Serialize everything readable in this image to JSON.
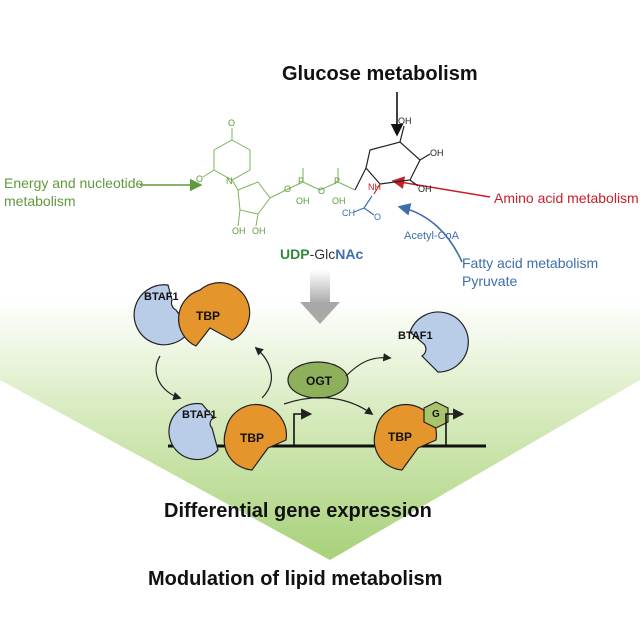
{
  "title": "Glucose metabolism",
  "left_label": "Energy and nucleotide metabolism",
  "red_label": "Amino acid metabolism",
  "acetyl_label": "Acetyl-CoA",
  "blue_label_1": "Fatty acid metabolism",
  "blue_label_2": "Pyruvate",
  "udp": {
    "p1": "UDP",
    "p2": "-Glc",
    "p3": "NAc"
  },
  "molecule_labels": {
    "o_top": "O",
    "o_left": "O",
    "n_ring": "N",
    "p1": "P",
    "p2": "P",
    "o1": "O",
    "o2": "O",
    "oh_p1": "OH",
    "oh_p2": "OH",
    "oh_r1": "OH",
    "oh_r2": "OH",
    "oh_s1": "OH",
    "oh_s2": "OH",
    "oh_s3": "OH",
    "nh": "NH",
    "ch3": "CH",
    "o_c": "O"
  },
  "proteins": {
    "btaf1": "BTAF1",
    "tbp": "TBP",
    "ogt": "OGT",
    "g": "G"
  },
  "bottom_1": "Differential gene expression",
  "bottom_2": "Modulation of lipid metabolism",
  "colors": {
    "btaf1": "#b9cde8",
    "tbp": "#e4952c",
    "ogt": "#8fb05a",
    "g": "#a9c46a",
    "green_bg": "#b8d98a",
    "red": "#c8202a",
    "blue": "#3f6eac",
    "green": "#5f9a3c"
  }
}
